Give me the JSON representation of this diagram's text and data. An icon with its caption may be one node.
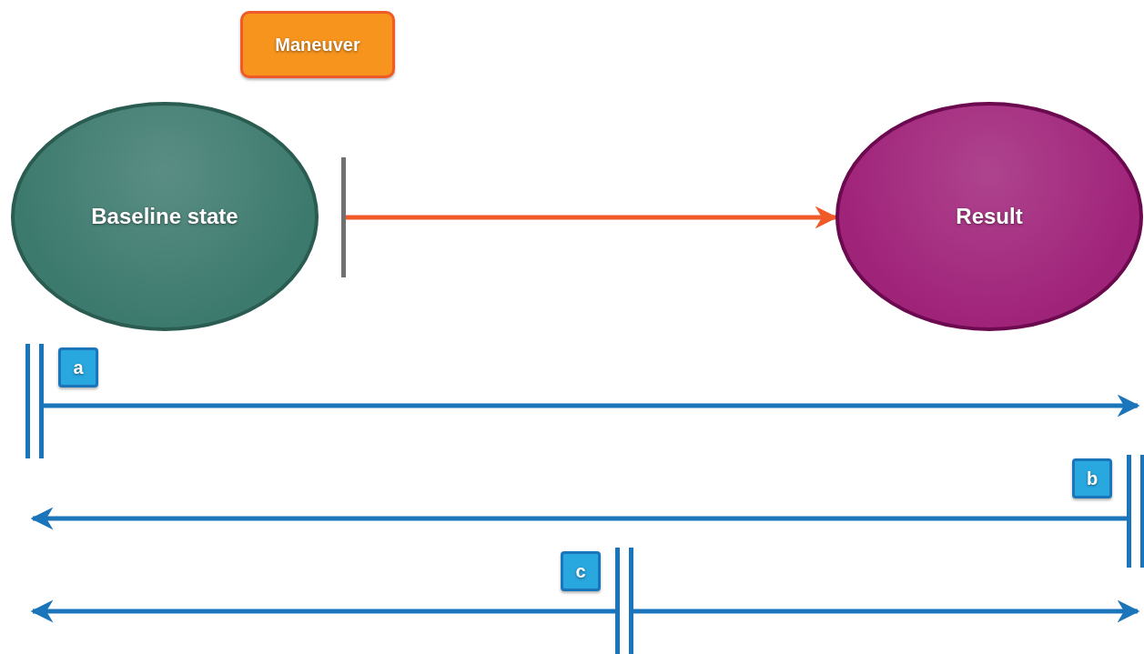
{
  "diagram": {
    "nodes": [
      {
        "text": [
          "Maneuver"
        ]
      },
      {
        "text": [
          "Baseline state"
        ]
      },
      {
        "text": [
          "Result"
        ]
      },
      {
        "text": [],
        "shape": "bar"
      },
      {
        "text": [
          "a"
        ]
      },
      {
        "text": [
          "b"
        ]
      },
      {
        "text": [
          "c"
        ]
      },
      {
        "text": [],
        "shape": "bar"
      },
      {
        "text": [],
        "shape": "bar"
      },
      {
        "text": [],
        "shape": "bar"
      }
    ],
    "edges": [
      {
        "from": 3,
        "to": 2,
        "arrow": "to",
        "color": "#f05a28"
      },
      {
        "from": 7,
        "to": null,
        "arrow": "to"
      },
      {
        "from": 8,
        "to": null,
        "arrow": "to"
      },
      {
        "from": 9,
        "to": null,
        "arrow": "to"
      },
      {
        "from": 9,
        "to": null,
        "arrow": "to"
      }
    ]
  }
}
